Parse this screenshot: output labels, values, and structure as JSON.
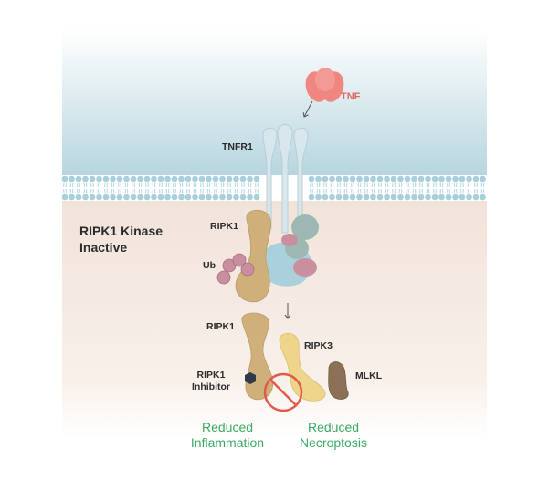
{
  "title": {
    "line1": "RIPK1 Kinase",
    "line2": "Inactive"
  },
  "labels": {
    "tnf": "TNF",
    "tnfr1": "TNFR1",
    "ripk1_top": "RIPK1",
    "ub": "Ub",
    "ripk1_bottom": "RIPK1",
    "ripk3": "RIPK3",
    "inhibitor_line1": "RIPK1",
    "inhibitor_line2": "Inhibitor",
    "mlkl": "MLKL"
  },
  "outcomes": {
    "left_line1": "Reduced",
    "left_line2": "Inflammation",
    "right_line1": "Reduced",
    "right_line2": "Necroptosis"
  },
  "colors": {
    "outcome_text": "#3aaa63",
    "tnf": "#f08680",
    "ripk1": "#cfb07a",
    "ripk3": "#efd58c",
    "mlkl": "#8c7157",
    "ub": "#c98f9f",
    "tnfr1": "#d9e7ee",
    "membrane": "#a9cfda",
    "no_sign": "#e25b4a"
  }
}
